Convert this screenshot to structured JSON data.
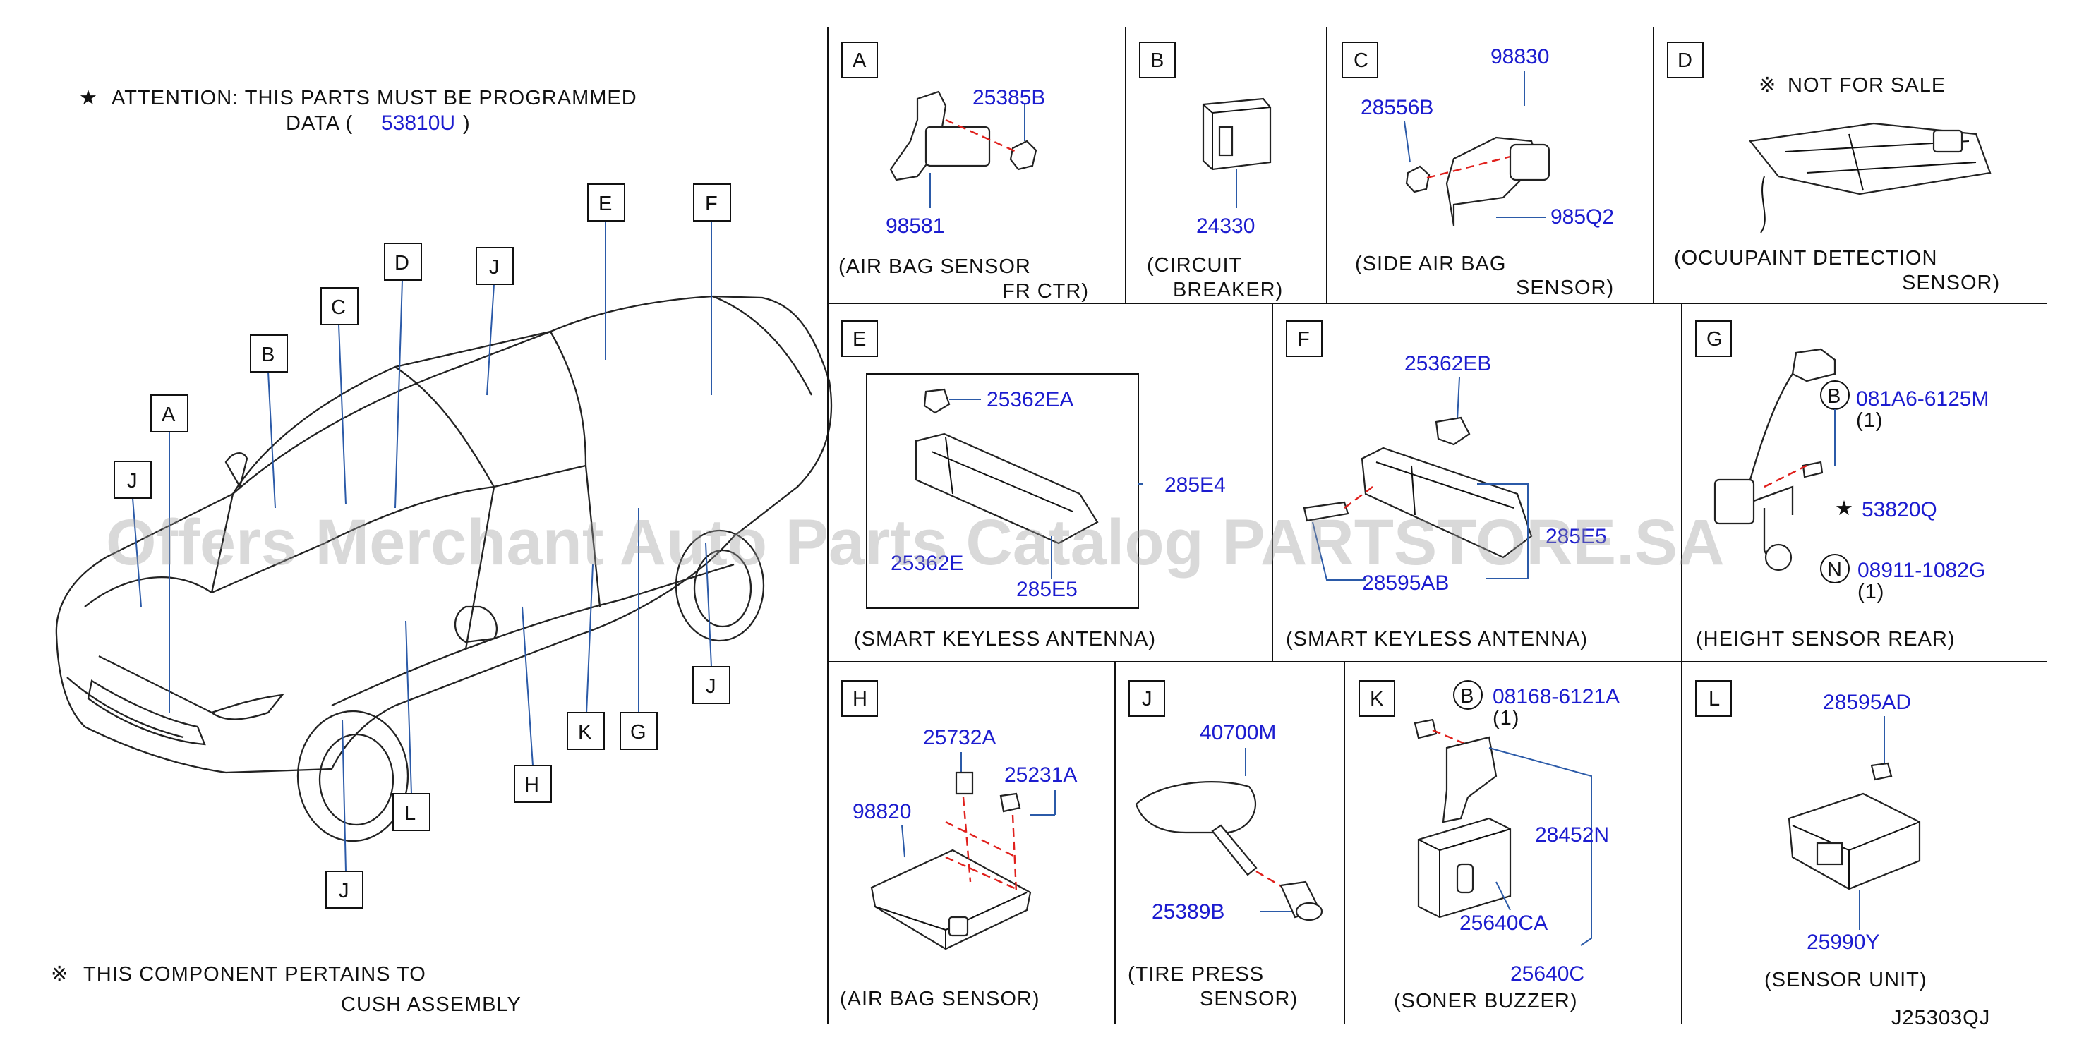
{
  "attention": {
    "star": "★",
    "line1": "ATTENTION:  THIS  PARTS  MUST  BE  PROGRAMMED",
    "line2a": "DATA  (",
    "part": "53810U",
    "line2b": ")"
  },
  "footnote": {
    "symbol": "※",
    "line1": "THIS  COMPONENT  PERTAINS  TO",
    "line2": "CUSH  ASSEMBLY"
  },
  "car_callouts": [
    "A",
    "B",
    "C",
    "D",
    "E",
    "F",
    "G",
    "H",
    "J",
    "K",
    "L"
  ],
  "watermark": "Offers Merchant Auto Parts Catalog PARTSTORE.SA",
  "drawing_code": "J25303QJ",
  "panels": {
    "A": {
      "letter": "A",
      "parts": [
        "25385B",
        "98581"
      ],
      "caption1": "(AIR  BAG  SENSOR",
      "caption2": "FR  CTR)"
    },
    "B": {
      "letter": "B",
      "parts": [
        "24330"
      ],
      "caption1": "(CIRCUIT",
      "caption2": "BREAKER)"
    },
    "C": {
      "letter": "C",
      "parts": [
        "98830",
        "28556B",
        "985Q2"
      ],
      "caption1": "(SIDE  AIR  BAG",
      "caption2": "SENSOR)"
    },
    "D": {
      "letter": "D",
      "note_symbol": "※",
      "note": "NOT  FOR  SALE",
      "caption1": "(OCUUPAINT  DETECTION",
      "caption2": "SENSOR)"
    },
    "E": {
      "letter": "E",
      "parts": [
        "25362EA",
        "285E4",
        "25362E",
        "285E5"
      ],
      "caption1": "(SMART  KEYLESS  ANTENNA)"
    },
    "F": {
      "letter": "F",
      "parts": [
        "25362EB",
        "285E5",
        "28595AB"
      ],
      "caption1": "(SMART  KEYLESS  ANTENNA)"
    },
    "G": {
      "letter": "G",
      "bolt_mark": "B",
      "nut_mark": "N",
      "star": "★",
      "parts": [
        "081A6-6125M",
        "53820Q",
        "08911-1082G"
      ],
      "qty1": "(1)",
      "qty2": "(1)",
      "caption1": "(HEIGHT  SENSOR  REAR)"
    },
    "H": {
      "letter": "H",
      "parts": [
        "25732A",
        "25231A",
        "98820"
      ],
      "caption1": "(AIR  BAG  SENSOR)"
    },
    "J": {
      "letter": "J",
      "parts": [
        "40700M",
        "25389B"
      ],
      "caption1": "(TIRE  PRESS",
      "caption2": "SENSOR)"
    },
    "K": {
      "letter": "K",
      "bolt_mark": "B",
      "parts": [
        "08168-6121A",
        "28452N",
        "25640CA",
        "25640C"
      ],
      "qty": "(1)",
      "caption1": "(SONER  BUZZER)"
    },
    "L": {
      "letter": "L",
      "parts": [
        "28595AD",
        "25990Y"
      ],
      "caption1": "(SENSOR  UNIT)"
    }
  }
}
